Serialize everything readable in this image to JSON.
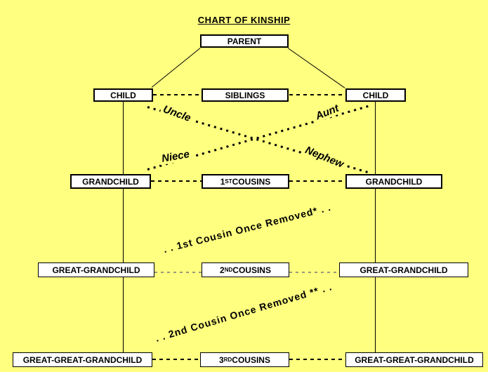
{
  "page": {
    "title": "CHART OF KINSHIP"
  },
  "colors": {
    "background": "#FFFF80",
    "box_fill": "#FFFFFF",
    "line_black": "#000000",
    "dash_gray": "#99997A"
  },
  "boxes": {
    "parent": "PARENT",
    "child_left": "CHILD",
    "siblings": "SIBLINGS",
    "child_right": "CHILD",
    "grandchild_left": "GRANDCHILD",
    "cousins1": {
      "num": "1",
      "sup": "ST",
      "rest": " COUSINS"
    },
    "grandchild_right": "GRANDCHILD",
    "great_grandchild_left": "GREAT-GRANDCHILD",
    "cousins2": {
      "num": "2",
      "sup": "ND",
      "rest": " COUSINS"
    },
    "great_grandchild_right": "GREAT-GRANDCHILD",
    "great_great_grandchild_left": "GREAT-GREAT-GRANDCHILD",
    "cousins3": {
      "num": "3",
      "sup": "RD",
      "rest": " COUSINS"
    },
    "great_great_grandchild_right": "GREAT-GREAT-GRANDCHILD"
  },
  "relation_labels": {
    "uncle": "Uncle",
    "aunt": "Aunt",
    "niece": "Niece",
    "nephew": "Nephew",
    "first_cousin_once_removed": ". . 1st Cousin Once Removed* . .",
    "second_cousin_once_removed": ". . 2nd Cousin Once Removed ** . ."
  }
}
